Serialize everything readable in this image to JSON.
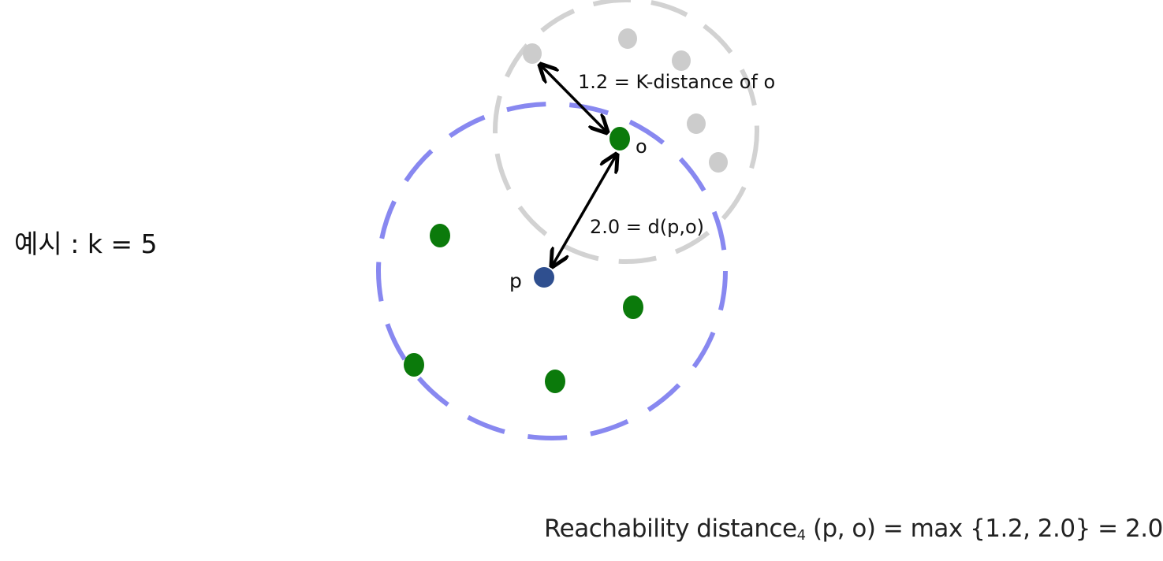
{
  "example_label": "예시 : k = 5",
  "labels": {
    "point_o": "o",
    "point_p": "p",
    "k_distance": "1.2 = K-distance of o",
    "distance_po": "2.0 = d(p,o)"
  },
  "formula": {
    "prefix": "Reachability distance",
    "subscript": "4",
    "suffix": " (p, o) = max {1.2, 2.0} = 2.0"
  },
  "colors": {
    "blue_circle": "#8888f0",
    "gray_circle": "#d2d2d2",
    "green_point": "#0b7a0b",
    "gray_point": "#cccccc",
    "p_point": "#2f4f8f",
    "arrow": "#000000"
  }
}
